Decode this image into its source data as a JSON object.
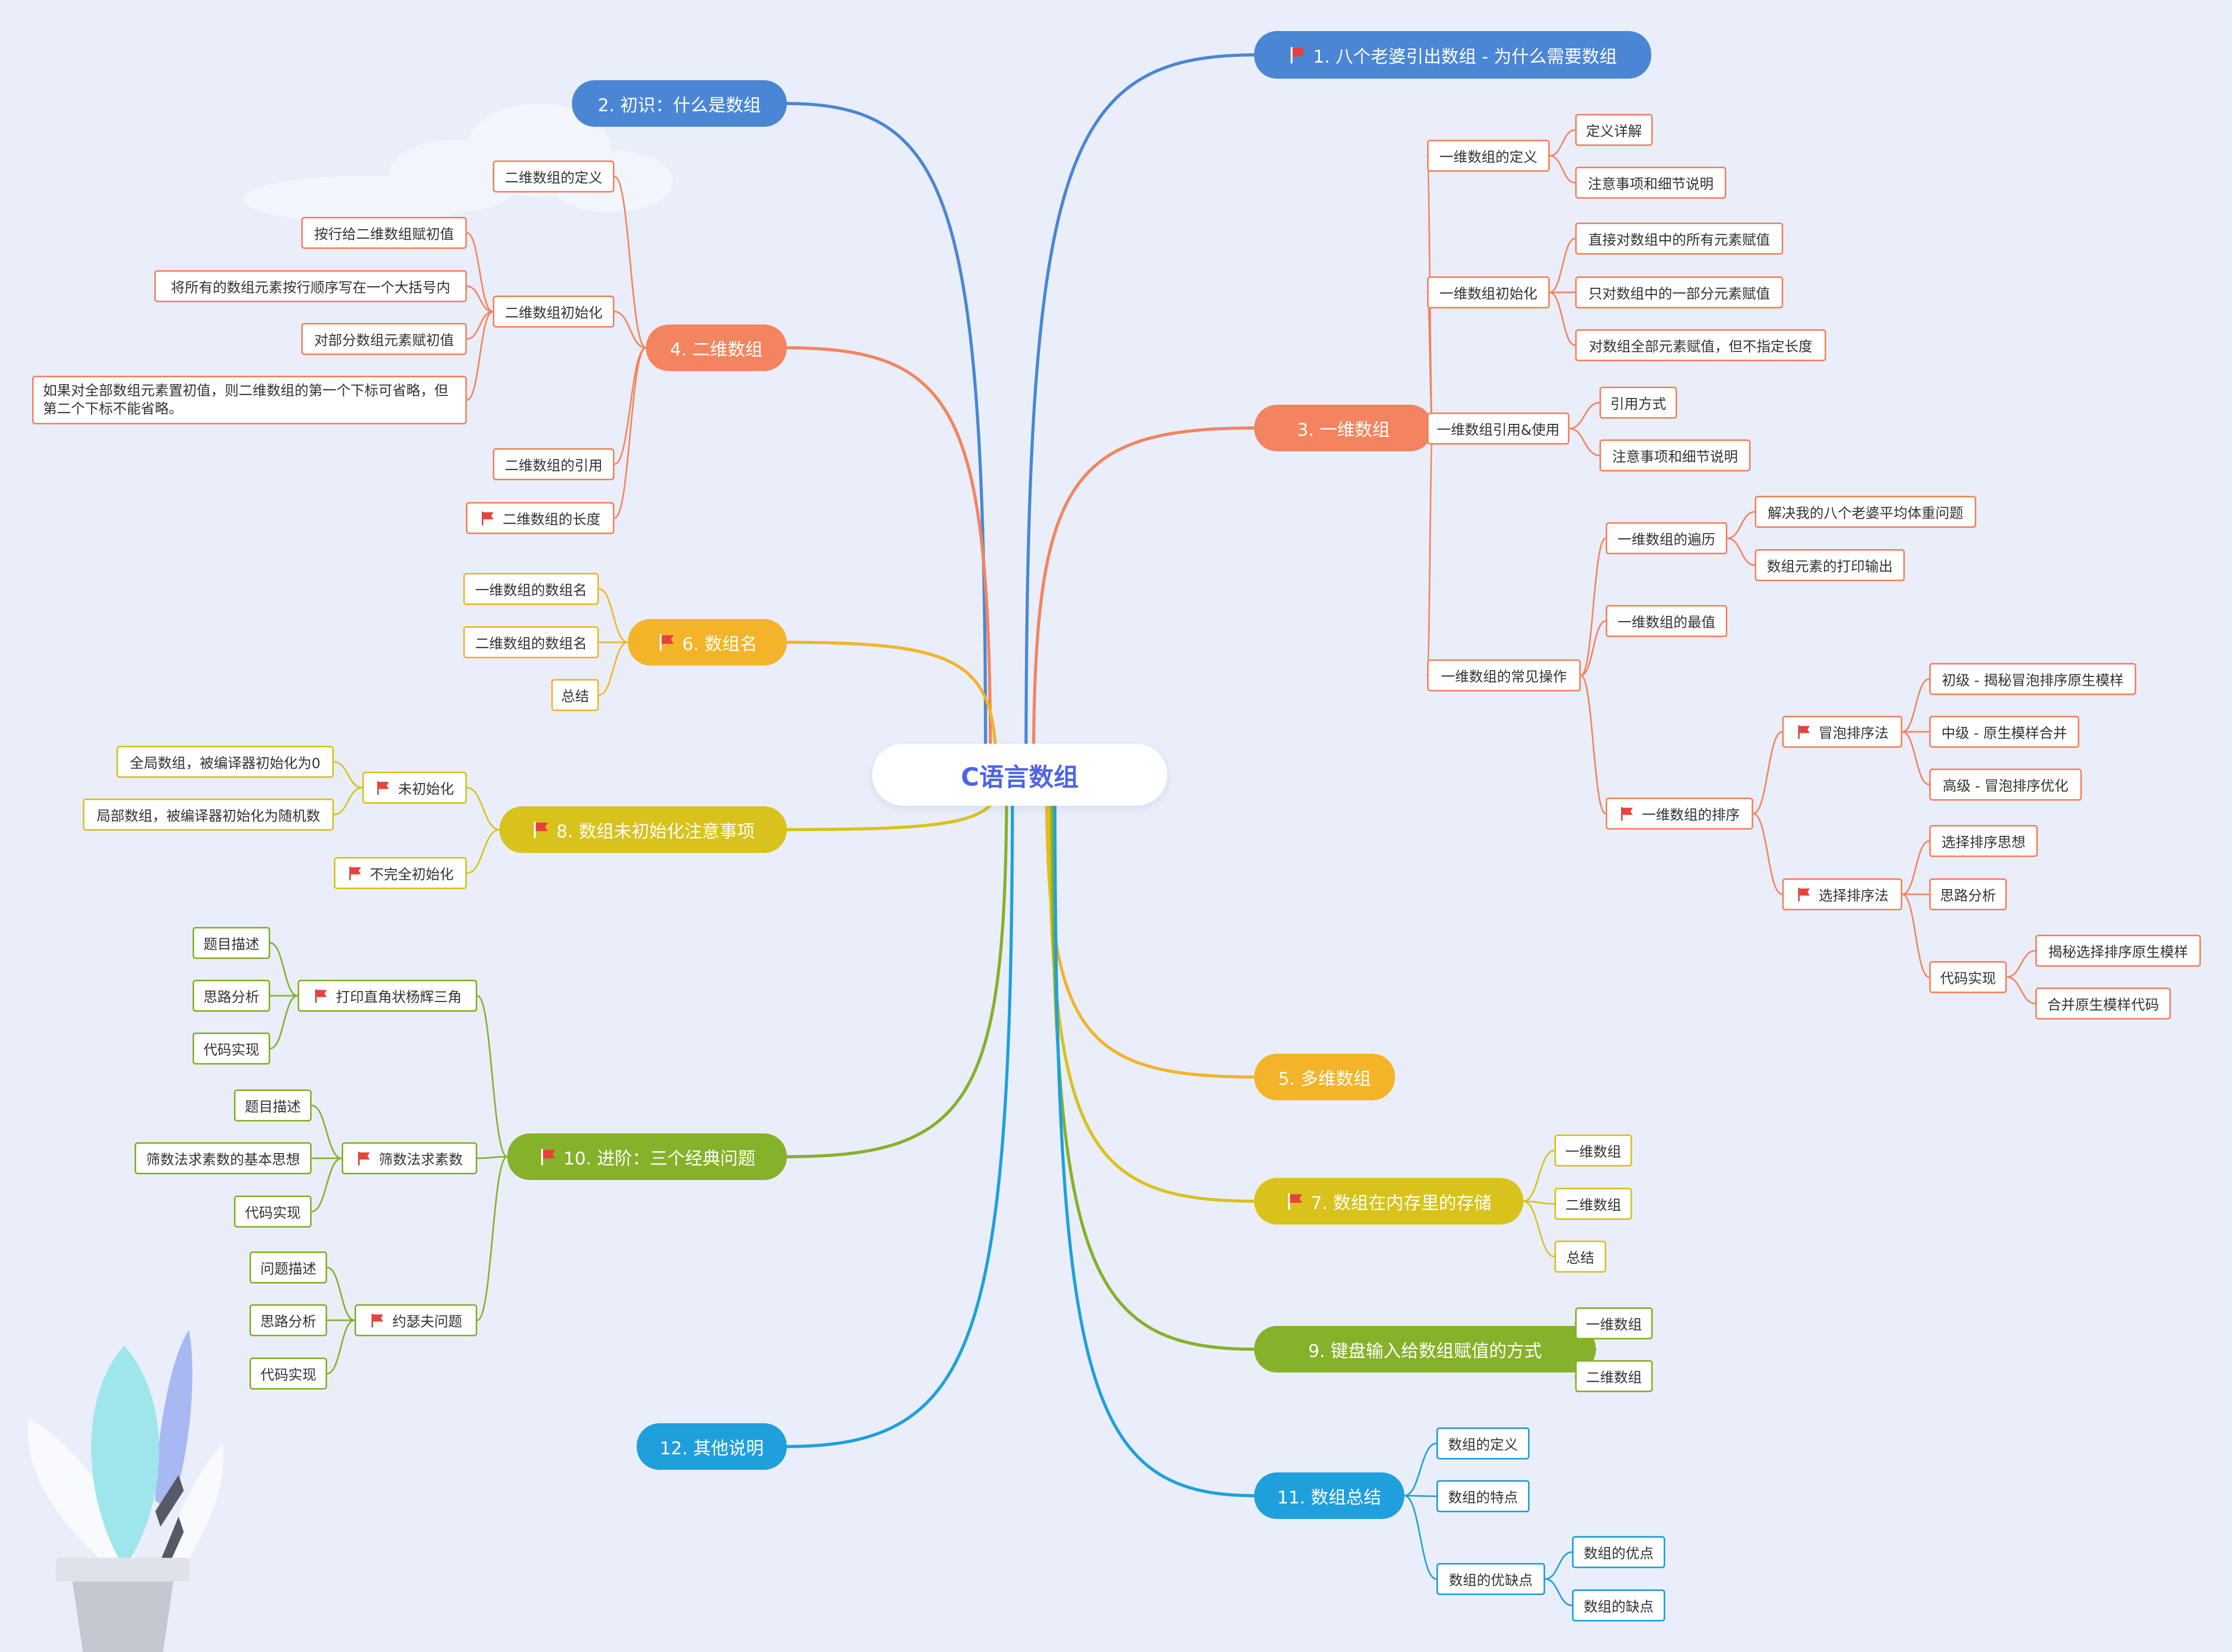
{
  "title": "C语言数组",
  "colors": {
    "blue": "#4a86d4",
    "orange": "#f4845f",
    "yellow": "#f3b42a",
    "olive": "#d9c21b",
    "green": "#86b12a",
    "cyan": "#1fa0dd"
  },
  "branches": [
    {
      "id": "b1",
      "label": "1. 八个老婆引出数组 - 为什么需要数组",
      "color": "blue",
      "flag": true,
      "side": "right"
    },
    {
      "id": "b2",
      "label": "2. 初识：什么是数组",
      "color": "blue",
      "flag": false,
      "side": "left"
    },
    {
      "id": "b3",
      "label": "3. 一维数组",
      "color": "orange",
      "flag": false,
      "side": "right"
    },
    {
      "id": "b4",
      "label": "4. 二维数组",
      "color": "orange",
      "flag": false,
      "side": "left"
    },
    {
      "id": "b5",
      "label": "5. 多维数组",
      "color": "yellow",
      "flag": false,
      "side": "right"
    },
    {
      "id": "b6",
      "label": "6. 数组名",
      "color": "yellow",
      "flag": true,
      "side": "left"
    },
    {
      "id": "b7",
      "label": "7. 数组在内存里的存储",
      "color": "olive",
      "flag": true,
      "side": "right"
    },
    {
      "id": "b8",
      "label": "8. 数组未初始化注意事项",
      "color": "olive",
      "flag": true,
      "side": "left"
    },
    {
      "id": "b9",
      "label": "9. 键盘输入给数组赋值的方式",
      "color": "green",
      "flag": false,
      "side": "right"
    },
    {
      "id": "b10",
      "label": "10. 进阶：三个经典问题",
      "color": "green",
      "flag": true,
      "side": "left"
    },
    {
      "id": "b11",
      "label": "11. 数组总结",
      "color": "cyan",
      "flag": false,
      "side": "right"
    },
    {
      "id": "b12",
      "label": "12. 其他说明",
      "color": "cyan",
      "flag": false,
      "side": "left"
    }
  ],
  "nodes": [
    {
      "id": "n3a",
      "label": "一维数组的定义",
      "parent": "b3"
    },
    {
      "id": "n3a1",
      "label": "定义详解",
      "parent": "n3a"
    },
    {
      "id": "n3a2",
      "label": "注意事项和细节说明",
      "parent": "n3a"
    },
    {
      "id": "n3b",
      "label": "一维数组初始化",
      "parent": "b3"
    },
    {
      "id": "n3b1",
      "label": "直接对数组中的所有元素赋值",
      "parent": "n3b"
    },
    {
      "id": "n3b2",
      "label": "只对数组中的一部分元素赋值",
      "parent": "n3b"
    },
    {
      "id": "n3b3",
      "label": "对数组全部元素赋值，但不指定长度",
      "parent": "n3b"
    },
    {
      "id": "n3c",
      "label": "一维数组引用&使用",
      "parent": "b3"
    },
    {
      "id": "n3c1",
      "label": "引用方式",
      "parent": "n3c"
    },
    {
      "id": "n3c2",
      "label": "注意事项和细节说明",
      "parent": "n3c"
    },
    {
      "id": "n3d",
      "label": "一维数组的常见操作",
      "parent": "b3"
    },
    {
      "id": "n3d1",
      "label": "一维数组的遍历",
      "parent": "n3d"
    },
    {
      "id": "n3d11",
      "label": "解决我的八个老婆平均体重问题",
      "parent": "n3d1"
    },
    {
      "id": "n3d12",
      "label": "数组元素的打印输出",
      "parent": "n3d1"
    },
    {
      "id": "n3d2",
      "label": "一维数组的最值",
      "parent": "n3d"
    },
    {
      "id": "n3d3",
      "label": "一维数组的排序",
      "parent": "n3d",
      "flag": true
    },
    {
      "id": "n3d31",
      "label": "冒泡排序法",
      "parent": "n3d3",
      "flag": true
    },
    {
      "id": "n3d311",
      "label": "初级 - 揭秘冒泡排序原生模样",
      "parent": "n3d31"
    },
    {
      "id": "n3d312",
      "label": "中级 - 原生模样合并",
      "parent": "n3d31"
    },
    {
      "id": "n3d313",
      "label": "高级 - 冒泡排序优化",
      "parent": "n3d31"
    },
    {
      "id": "n3d32",
      "label": "选择排序法",
      "parent": "n3d3",
      "flag": true
    },
    {
      "id": "n3d321",
      "label": "选择排序思想",
      "parent": "n3d32"
    },
    {
      "id": "n3d322",
      "label": "思路分析",
      "parent": "n3d32"
    },
    {
      "id": "n3d323",
      "label": "代码实现",
      "parent": "n3d32"
    },
    {
      "id": "n3d3231",
      "label": "揭秘选择排序原生模样",
      "parent": "n3d323"
    },
    {
      "id": "n3d3232",
      "label": "合并原生模样代码",
      "parent": "n3d323"
    },
    {
      "id": "n7a",
      "label": "一维数组",
      "parent": "b7"
    },
    {
      "id": "n7b",
      "label": "二维数组",
      "parent": "b7"
    },
    {
      "id": "n7c",
      "label": "总结",
      "parent": "b7"
    },
    {
      "id": "n9a",
      "label": "一维数组",
      "parent": "b9"
    },
    {
      "id": "n9b",
      "label": "二维数组",
      "parent": "b9"
    },
    {
      "id": "n11a",
      "label": "数组的定义",
      "parent": "b11"
    },
    {
      "id": "n11b",
      "label": "数组的特点",
      "parent": "b11"
    },
    {
      "id": "n11c",
      "label": "数组的优缺点",
      "parent": "b11"
    },
    {
      "id": "n11c1",
      "label": "数组的优点",
      "parent": "n11c"
    },
    {
      "id": "n11c2",
      "label": "数组的缺点",
      "parent": "n11c"
    },
    {
      "id": "n4a",
      "label": "二维数组的定义",
      "parent": "b4"
    },
    {
      "id": "n4b",
      "label": "二维数组初始化",
      "parent": "b4"
    },
    {
      "id": "n4b1",
      "label": "按行给二维数组赋初值",
      "parent": "n4b"
    },
    {
      "id": "n4b2",
      "label": "将所有的数组元素按行顺序写在一个大括号内",
      "parent": "n4b"
    },
    {
      "id": "n4b3",
      "label": "对部分数组元素赋初值",
      "parent": "n4b"
    },
    {
      "id": "n4b4",
      "label": "如果对全部数组元素置初值，则二维数组的第一个下标可省略，但第二个下标不能省略。",
      "parent": "n4b",
      "multi": true
    },
    {
      "id": "n4c",
      "label": "二维数组的引用",
      "parent": "b4"
    },
    {
      "id": "n4d",
      "label": "二维数组的长度",
      "parent": "b4",
      "flag": true
    },
    {
      "id": "n6a",
      "label": "一维数组的数组名",
      "parent": "b6"
    },
    {
      "id": "n6b",
      "label": "二维数组的数组名",
      "parent": "b6"
    },
    {
      "id": "n6c",
      "label": "总结",
      "parent": "b6"
    },
    {
      "id": "n8a",
      "label": "未初始化",
      "parent": "b8",
      "flag": true
    },
    {
      "id": "n8a1",
      "label": "全局数组，被编译器初始化为0",
      "parent": "n8a"
    },
    {
      "id": "n8a2",
      "label": "局部数组，被编译器初始化为随机数",
      "parent": "n8a"
    },
    {
      "id": "n8b",
      "label": "不完全初始化",
      "parent": "b8",
      "flag": true
    },
    {
      "id": "n10a",
      "label": "打印直角状杨辉三角",
      "parent": "b10",
      "flag": true
    },
    {
      "id": "n10a1",
      "label": "题目描述",
      "parent": "n10a"
    },
    {
      "id": "n10a2",
      "label": "思路分析",
      "parent": "n10a"
    },
    {
      "id": "n10a3",
      "label": "代码实现",
      "parent": "n10a"
    },
    {
      "id": "n10b",
      "label": "筛数法求素数",
      "parent": "b10",
      "flag": true
    },
    {
      "id": "n10b1",
      "label": "题目描述",
      "parent": "n10b"
    },
    {
      "id": "n10b2",
      "label": "筛数法求素数的基本思想",
      "parent": "n10b"
    },
    {
      "id": "n10b3",
      "label": "代码实现",
      "parent": "n10b"
    },
    {
      "id": "n10c",
      "label": "约瑟夫问题",
      "parent": "b10",
      "flag": true
    },
    {
      "id": "n10c1",
      "label": "问题描述",
      "parent": "n10c"
    },
    {
      "id": "n10c2",
      "label": "思路分析",
      "parent": "n10c"
    },
    {
      "id": "n10c3",
      "label": "代码实现",
      "parent": "n10c"
    }
  ]
}
